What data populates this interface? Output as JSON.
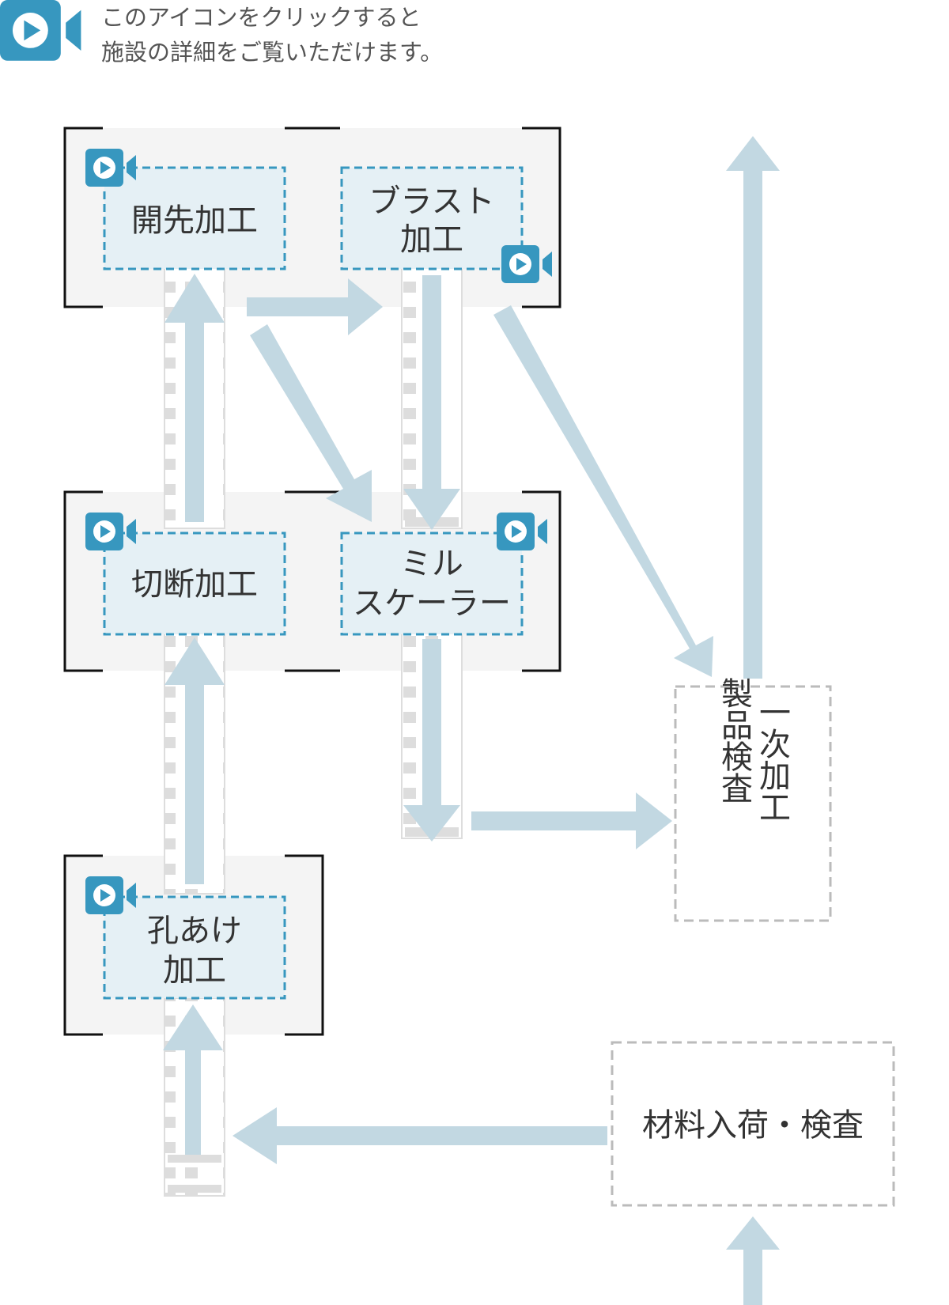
{
  "legend": {
    "line1": "このアイコンをクリックすると",
    "line2": "施設の詳細をご覧いただけます。",
    "icon": "video-camera-icon"
  },
  "processes": {
    "kaisaki": {
      "line1": "開先加工",
      "line2": ""
    },
    "blast": {
      "line1": "ブラスト",
      "line2": "加工"
    },
    "setsudan": {
      "line1": "切断加工",
      "line2": ""
    },
    "mill": {
      "line1": "ミル",
      "line2": "スケーラー"
    },
    "anaake": {
      "line1": "孔あけ",
      "line2": "加工"
    },
    "ichiji": {
      "col1": "一次加工",
      "col2": "製品検査"
    },
    "zairyo": {
      "line1": "材料入荷・検査"
    }
  },
  "colors": {
    "arrow": "#c2d8e2",
    "icon": "#3797bf",
    "box_fill": "#e5f0f5",
    "box_border": "#3797bf",
    "panel": "#f4f4f4",
    "conveyor": "#dddddd",
    "dashed_gray": "#bbbbbb"
  }
}
